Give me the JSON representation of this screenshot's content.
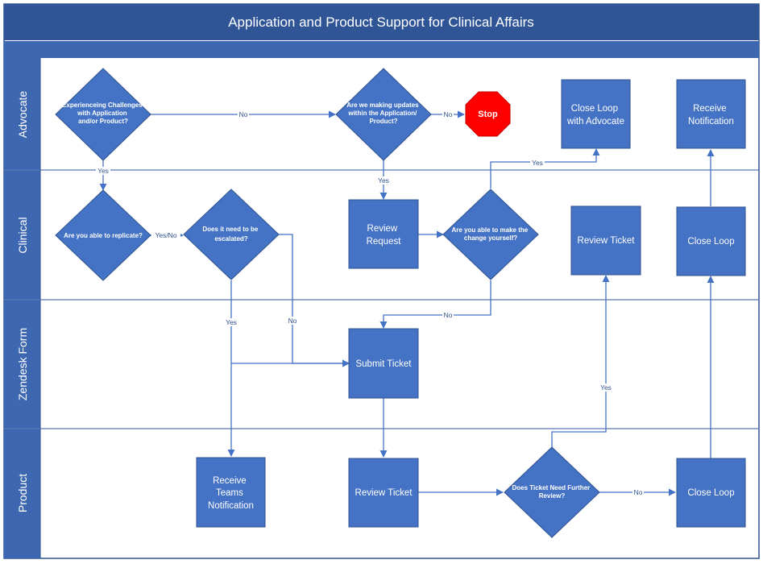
{
  "title": "Application and Product Support for Clinical Affairs",
  "lanes": {
    "advocate": "Advocate",
    "clinical": "Clinical",
    "zendesk": "Zendesk Form",
    "product": "Product"
  },
  "nodes": {
    "experiencing_challenges": [
      "Experienceing Challenges",
      "with Application",
      "and/or Product?"
    ],
    "making_updates": [
      "Are we making updates",
      "within the Application/",
      "Product?"
    ],
    "stop": "Stop",
    "close_loop_advocate": [
      "Close Loop",
      "with Advocate"
    ],
    "receive_notification_advocate": [
      "Receive",
      "Notification"
    ],
    "able_to_replicate": [
      "Are you able to replicate?"
    ],
    "need_escalated": [
      "Does it need to be",
      "escalated?"
    ],
    "review_request": [
      "Review",
      "Request"
    ],
    "able_make_change": [
      "Are you able to make the",
      "change yourself?"
    ],
    "review_ticket_clinical": [
      "Review Ticket"
    ],
    "close_loop_clinical": [
      "Close Loop"
    ],
    "submit_ticket": [
      "Submit Ticket"
    ],
    "receive_teams_notification": [
      "Receive",
      "Teams",
      "Notification"
    ],
    "review_ticket_product": [
      "Review Ticket"
    ],
    "ticket_further_review": [
      "Does Ticket Need Further",
      "Review?"
    ],
    "close_loop_product": [
      "Close Loop"
    ]
  },
  "edge_labels": {
    "challenges_to_updates": "No",
    "updates_to_stop": "No",
    "challenges_to_replicate": "Yes",
    "updates_to_review_request": "Yes",
    "change_to_close_loop": "Yes",
    "replicate_to_escalated": "Yes/No",
    "escalated_yes": "Yes",
    "escalated_no": "No",
    "change_no": "No",
    "further_review_yes": "Yes",
    "further_review_no": "No"
  },
  "colors": {
    "header": "#2f5597",
    "lane_band": "#3e67b1",
    "node": "#4472c4",
    "node_border": "#2f528f",
    "stop": "#ff0000",
    "divider": "#5a78b4"
  }
}
